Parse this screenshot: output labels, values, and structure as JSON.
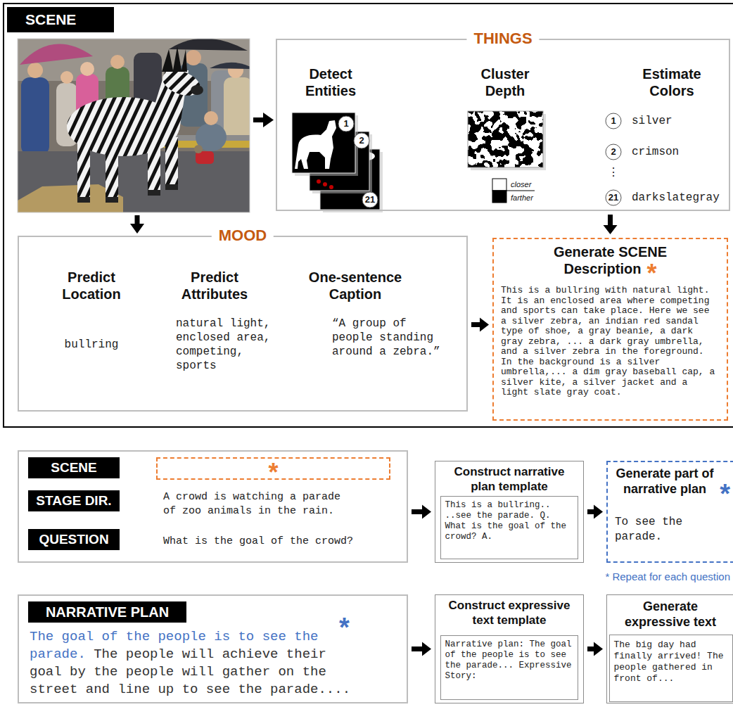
{
  "diagram": {
    "nodes": [
      {
        "text": [
          "SCENE"
        ]
      },
      {
        "text": [
          "THINGS"
        ],
        "in": 0
      },
      {
        "text": [
          "MOOD"
        ],
        "in": 0
      },
      {
        "text": [
          "Generate SCENE Description",
          "*",
          "This is a bullring with natural light. It is an enclosed area where competing and sports can take place. Here we see a silver zebra, an indian red sandal type of shoe, a gray beanie, a dark gray zebra, ... a dark gray umbrella, and a silver zebra in the foreground. In the background is a silver umbrella,... a dim gray baseball cap, a silver kite, a silver jacket and a light slate gray coat."
        ],
        "in": 0
      },
      {
        "text": [
          "A crowd is watching a parade of zoo animals in the rain.",
          "What is the goal of the crowd?"
        ]
      },
      {
        "text": [
          "SCENE"
        ],
        "in": 4
      },
      {
        "text": [
          "*"
        ],
        "in": 4
      },
      {
        "text": [
          "STAGE DIR."
        ],
        "in": 4
      },
      {
        "text": [
          "QUESTION"
        ],
        "in": 4
      },
      {
        "text": [
          "Construct narrative plan template"
        ]
      },
      {
        "text": [
          "This is a bullring.. ..see the parade. Q. What is the goal of the crowd? A."
        ],
        "in": 9
      },
      {
        "text": [
          "Generate part of narrative plan",
          "*",
          "To see the parade."
        ]
      },
      {
        "text": [
          "NARRATIVE PLAN",
          "*",
          "The goal of the people is to see the parade.",
          "The people will achieve their goal by the people will gather on the street and line up to see the parade...."
        ]
      },
      {
        "text": [
          "Construct expressive text template"
        ]
      },
      {
        "text": [
          "Narrative plan: The goal of the people is to see the parade... Expressive Story:"
        ],
        "in": 13
      },
      {
        "text": [
          "Generate expressive text"
        ]
      },
      {
        "text": [
          "The big day had finally arrived! The people gathered in front of..."
        ],
        "in": 15
      }
    ],
    "edges": [
      {
        "from": 1,
        "to": 3,
        "arrow": "to"
      },
      {
        "from": 2,
        "to": 3,
        "arrow": "to"
      },
      {
        "from": 4,
        "to": 9,
        "arrow": "to"
      },
      {
        "from": 9,
        "to": 11,
        "arrow": "to"
      },
      {
        "from": 12,
        "to": 13,
        "arrow": "to"
      },
      {
        "from": 13,
        "to": 15,
        "arrow": "to"
      }
    ],
    "labels": [
      "Detect Entities",
      "1",
      "2",
      "21",
      "Cluster Depth",
      "closer",
      "farther",
      "Estimate Colors",
      "1",
      "silver",
      "2",
      "crimson",
      "⋮",
      "21",
      "darkslategray",
      "Predict Location",
      "bullring",
      "Predict Attributes",
      "natural light, enclosed area, competing, sports",
      "One-sentence Caption",
      "“A group of people standing around a zebra.”",
      "* Repeat for each question"
    ]
  }
}
